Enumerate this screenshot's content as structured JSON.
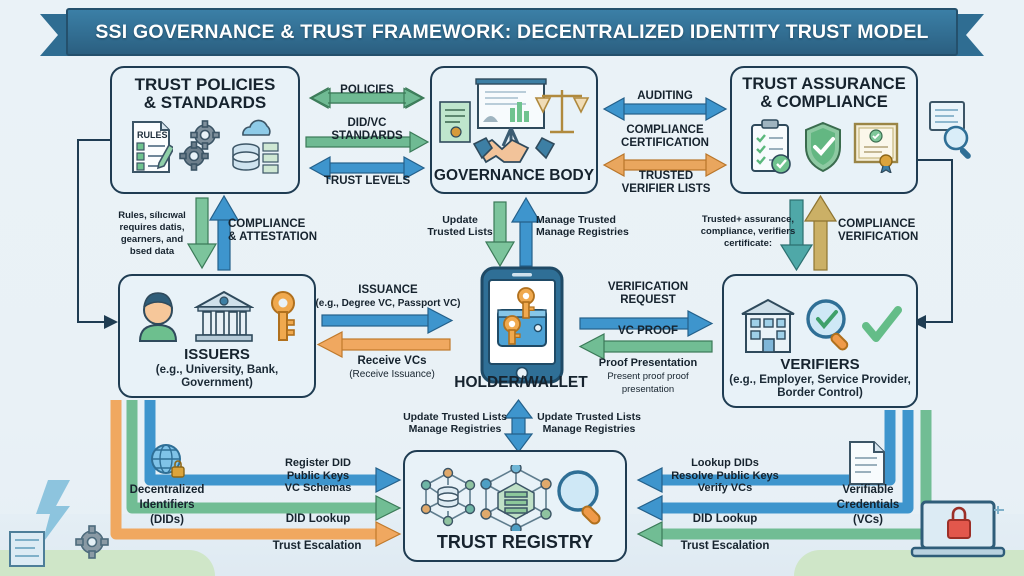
{
  "title": "SSI GOVERNANCE & TRUST FRAMEWORK: DECENTRALIZED IDENTITY TRUST MODEL",
  "nodes": {
    "policies": {
      "title_line1": "TRUST POLICIES",
      "title_line2": "& STANDARDS",
      "doc_label": "RULES"
    },
    "governance": {
      "title": "GOVERNANCE BODY"
    },
    "assurance": {
      "title_line1": "TRUST ASSURANCE",
      "title_line2": "& COMPLIANCE"
    },
    "issuers": {
      "title": "ISSUERS",
      "subtitle": "(e.g., University, Bank, Government)"
    },
    "holder": {
      "title": "HOLDER/WALLET"
    },
    "verifiers": {
      "title": "VERIFIERS",
      "subtitle_line1": "(e.g., Employer, Service Provider,",
      "subtitle_line2": "Border Control)"
    },
    "registry": {
      "title": "TRUST REGISTRY"
    }
  },
  "edges": {
    "policies_governance": [
      {
        "label": "POLICIES",
        "color": "#5bab82",
        "direction": "both"
      },
      {
        "label_line1": "DID/VC",
        "label_line2": "STANDARDS",
        "color": "#5bab82",
        "direction": "right"
      },
      {
        "label": "TRUST LEVELS",
        "color": "#2f86c4",
        "direction": "both"
      }
    ],
    "governance_assurance": [
      {
        "label": "AUDITING",
        "color": "#2f86c4",
        "direction": "both"
      },
      {
        "label_line1": "COMPLIANCE",
        "label_line2": "CERTIFICATION",
        "color": "#e09a4e",
        "direction": "both"
      },
      {
        "label_line1": "TRUSTED",
        "label_line2": "VERIFIER LISTS",
        "color": "#e09a4e",
        "direction": "both"
      }
    ],
    "policies_issuers": {
      "note_line1": "Rules, sílıcıwal",
      "note_line2": "requires datis,",
      "note_line3": "gearners, and",
      "note_line4": "bsed data",
      "label_line1": "COMPLIANCE",
      "label_line2": "& ATTESTATION",
      "down_color": "#5bab82",
      "up_color": "#2f86c4"
    },
    "governance_holder": {
      "left_line1": "Update",
      "left_line2": "Trusted Lists",
      "right_line1": "Manage Trusted",
      "right_line2": "Manage Registries",
      "down_color": "#5bab82",
      "up_color": "#2f86c4"
    },
    "assurance_verifiers": {
      "note_line1": "Trusted+ assurance,",
      "note_line2": "compliance, verifiers",
      "note_line3": "certificate:",
      "label_line1": "COMPLIANCE",
      "label_line2": "VERIFICATION",
      "down_color": "#3e9a9a",
      "up_color": "#c2a85a"
    },
    "issuers_holder": [
      {
        "label_line1": "ISSUANCE",
        "label_line2": "(e.g., Degree VC, Passport VC)",
        "color": "#2f86c4",
        "direction": "right"
      },
      {
        "label_line1": "Receive VCs",
        "label_line2": "(Receive Issuance)",
        "color": "#e8933f",
        "direction": "left"
      }
    ],
    "holder_verifiers": [
      {
        "label_line1": "VERIFICATION",
        "label_line2": "REQUEST",
        "color": "#2f86c4",
        "direction": "right"
      },
      {
        "label": "VC PROOF",
        "color": "#5bab82",
        "direction": "left"
      },
      {
        "label_line1": "Proof Presentation",
        "label_line2": "Present proof proof",
        "label_line3": "presentation",
        "color": "#5bab82",
        "direction": "left"
      }
    ],
    "holder_registry": {
      "left_line1": "Update Trusted Lists",
      "left_line2": "Manage Registries",
      "right_line1": "Update Trusted Lists",
      "right_line2": "Manage Registries",
      "color": "#2f86c4"
    },
    "issuers_registry": [
      {
        "label_line1": "Register DID",
        "label_line2": "Public Keys",
        "label_line3": "VC Schemas",
        "color": "#2f86c4",
        "direction": "right"
      },
      {
        "label": "DID Lookup",
        "color": "#5bab82",
        "direction": "right"
      },
      {
        "label": "Trust Escalation",
        "color": "#e8933f",
        "direction": "right"
      }
    ],
    "verifiers_registry": [
      {
        "label_line1": "Lookup DIDs",
        "label_line2": "Resolve Public Keys",
        "label_line3": "Verify VCs",
        "color": "#2f86c4",
        "direction": "left"
      },
      {
        "label": "DID Lookup",
        "color": "#2f86c4",
        "direction": "left"
      },
      {
        "label": "Trust Escalation",
        "color": "#5bab82",
        "direction": "left"
      }
    ]
  },
  "captions": {
    "dids_line1": "Decentralized",
    "dids_line2": "Identifiers",
    "dids_line3": "(DIDs)",
    "vcs_line1": "Verifiable",
    "vcs_line2": "Credentials",
    "vcs_line3": "(VCs)"
  },
  "colors": {
    "banner": "#326e92",
    "box_fill": "#e8f2f8",
    "box_border": "#1f3c52",
    "blue": "#2f86c4",
    "green": "#5bab82",
    "orange": "#e8933f",
    "teal": "#3e9a9a",
    "gold": "#c2a85a"
  }
}
